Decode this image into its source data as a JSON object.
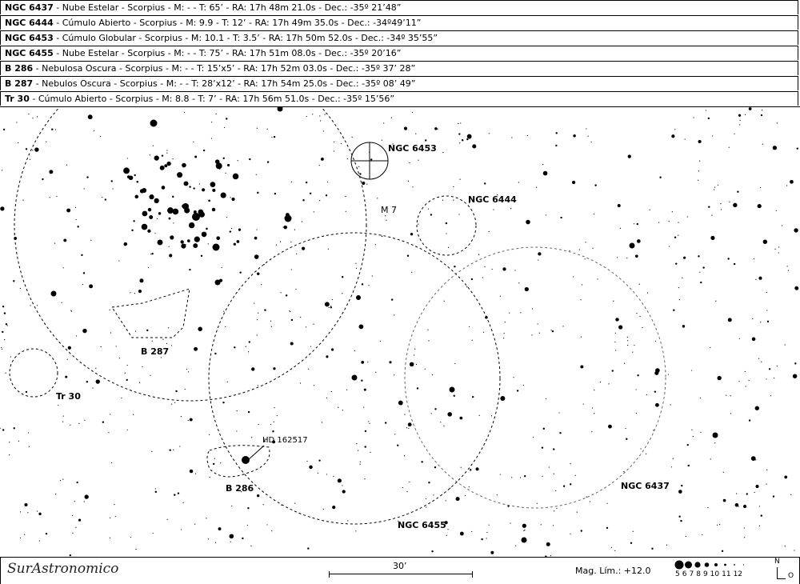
{
  "objects": [
    {
      "name": "NGC 6437",
      "info": " - Nube Estelar - Scorpius - M: - - T: 65’ - RA: 17h 48m 21.0s - Dec.: -35º 21’48”"
    },
    {
      "name": "NGC 6444",
      "info": " - Cúmulo Abierto - Scorpius - M: 9.9 - T: 12’ - RA: 17h 49m 35.0s - Dec.: -34º49’11”"
    },
    {
      "name": "NGC 6453",
      "info": " - Cúmulo Globular - Scorpius - M: 10.1 - T: 3.5’ - RA: 17h 50m 52.0s - Dec.: -34º 35’55”"
    },
    {
      "name": "NGC 6455",
      "info": " - Nube Estelar - Scorpius - M: - - T: 75’ - RA: 17h 51m 08.0s - Dec.: -35º 20’16”"
    },
    {
      "name": "B 286",
      "info": " - Nebulosa Oscura - Scorpius - M: - - T: 15’x5’ - RA: 17h 52m 03.0s - Dec.: -35º 37’ 28”"
    },
    {
      "name": "B 287",
      "info": " - Nebulos Oscura - Scorpius - M: - - T: 28’x12’ - RA: 17h 54m 25.0s - Dec.: -35º 08’ 49”"
    },
    {
      "name": "Tr 30",
      "info": " - Cúmulo Abierto - Scorpius - M: 8.8 - T: 7’ - RA: 17h 56m 51.0s - Dec.: -35º 15’56”"
    }
  ],
  "map_labels": {
    "m7": "M 7",
    "ngc6453": "NGC 6453",
    "ngc6444": "NGC 6444",
    "b287": "B 287",
    "tr30": "Tr 30",
    "hd": "HD 162517",
    "b286": "B 286",
    "ngc6455": "NGC 6455",
    "ngc6437": "NGC 6437"
  },
  "footer": {
    "logo": "SurAstronomico",
    "scale": "30’",
    "mag_limit": "Mag. Lím.: +12.0",
    "mag_scale": [
      "5",
      "6",
      "7",
      "8",
      "9",
      "10",
      "11",
      "12"
    ],
    "north": "N",
    "east": "O"
  }
}
